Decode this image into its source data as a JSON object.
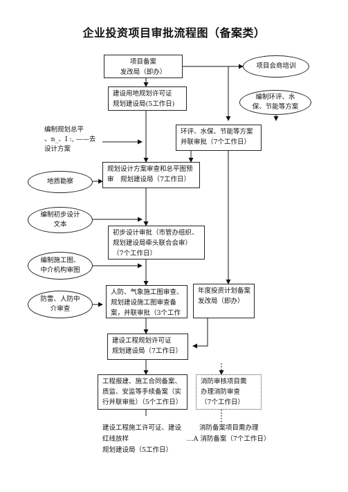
{
  "title": "企业投资项目审批流程图（备案类）",
  "boxes": {
    "filing": [
      "项目备案",
      "发改局（即办）"
    ],
    "land_permit": [
      "建设用地规划许可证",
      "规划建设局(5工作日)"
    ],
    "env_review": [
      "环评、水保、节能等方案",
      "并联审批（7个工作日）"
    ],
    "plan_review": [
      "规划设计方案审查和总平图预",
      "审　规划建设局（7工作日）"
    ],
    "prelim_review": [
      "初步设计审批（市管办组织、",
      "规划建设局牵头联合会审）",
      "（7个工作日）"
    ],
    "civil_defense": [
      "人防、气象施工图审查、",
      "规划建设施工图审查备",
      "案，并联审批（3个工作"
    ],
    "annual_plan": [
      "年度投资计划备案",
      "发改局（即办）"
    ],
    "eng_permit": [
      "建设工程规划许可证",
      "规划建设局（7工作日）"
    ],
    "construction_filing": [
      "工程报建、施工合同备案、",
      "质监、安监等手续备案（实",
      "行并联审批）（5个工作日）"
    ],
    "fire_review": [
      "消防审核项目需",
      "办理消防审查",
      "（7个工作日）"
    ]
  },
  "ellipses": {
    "consult_training": "项目会商培训",
    "env_plans": [
      "编制环评、水",
      "保、节能等方案"
    ],
    "survey": "地质勘察",
    "prelim_design": [
      "编制初步设计",
      "文本"
    ],
    "drawings": [
      "编制施工图、",
      "中介机构审图"
    ],
    "defense_review": [
      "防雷、人防中",
      "介审查"
    ]
  },
  "notes": {
    "left_plan": [
      "编制规划总平",
      "、n_、I :, ——去",
      "设计方案"
    ],
    "bottom_left": [
      "建设工程施工许可证、建设",
      "红线放样",
      "规划建设局（5工作日）"
    ],
    "bottom_right": [
      "消防备案项目需办理",
      "…A 消防备案（7个工作日）"
    ]
  }
}
